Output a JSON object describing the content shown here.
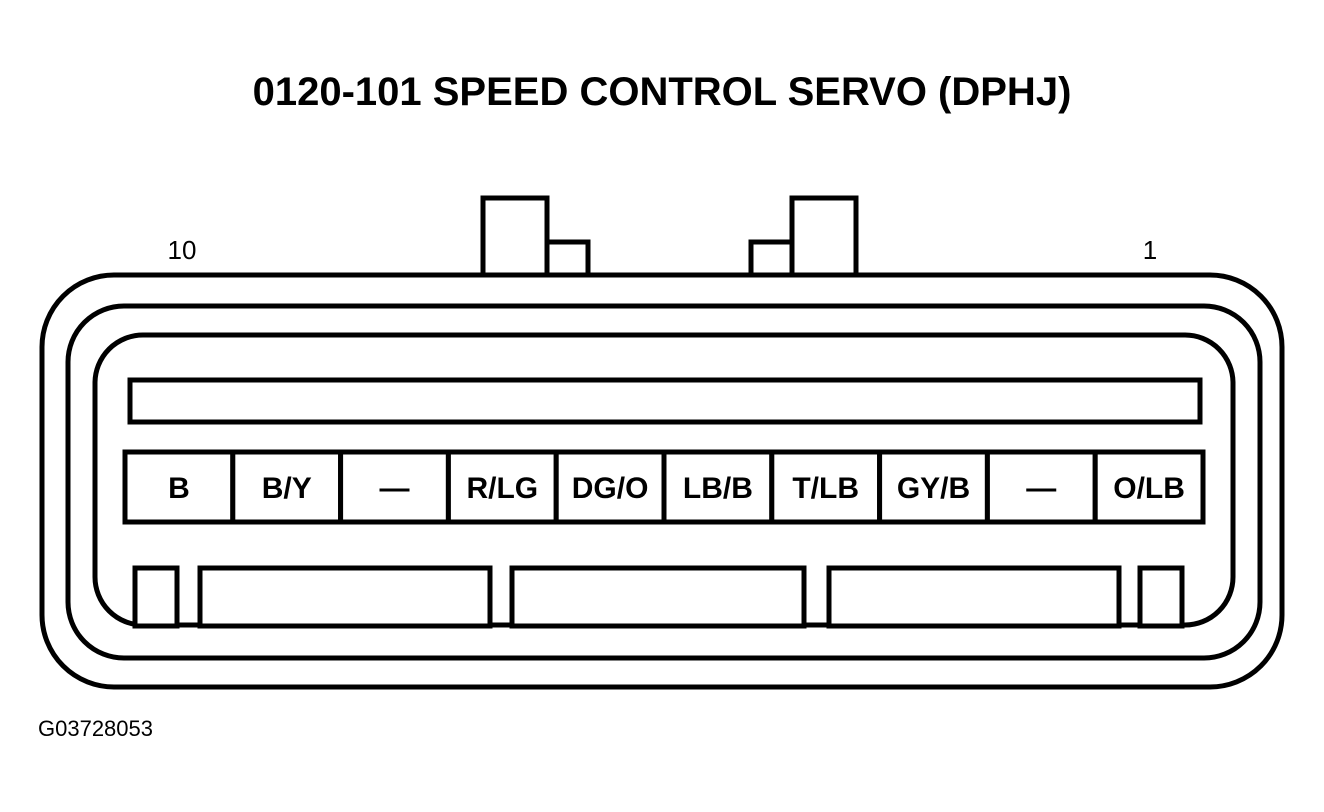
{
  "title": "0120-101 SPEED CONTROL SERVO (DPHJ)",
  "pin_number_left": "10",
  "pin_number_right": "1",
  "pins": [
    "B",
    "B/Y",
    "—",
    "R/LG",
    "DG/O",
    "LB/B",
    "T/LB",
    "GY/B",
    "—",
    "O/LB"
  ],
  "figure_code": "G03728053"
}
